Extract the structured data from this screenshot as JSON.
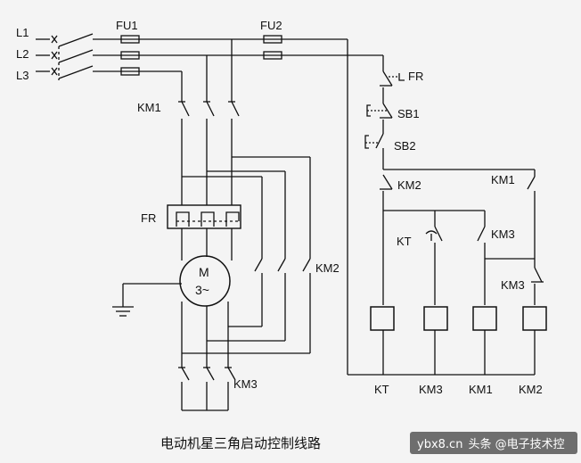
{
  "diagram": {
    "title": "电动机星三角启动控制线路",
    "phases": [
      "L1",
      "L2",
      "L3"
    ],
    "fuses": {
      "fu1": "FU1",
      "fu2": "FU2"
    },
    "power_circuit": {
      "main_contactor": "KM1",
      "overload_relay": "FR",
      "motor_name": "M",
      "motor_type": "3~",
      "delta_contactor": "KM2",
      "star_contactor": "KM3"
    },
    "control_circuit": {
      "overload_contact": "FR",
      "stop_button": "SB1",
      "start_button": "SB2",
      "interlock_km2": "KM2",
      "holding_km1": "KM1",
      "timer_contact": "KT",
      "km3_contact_upper": "KM3",
      "km3_contact_lower": "KM3",
      "coils": [
        "KT",
        "KM3",
        "KM1",
        "KM2"
      ]
    }
  },
  "watermark": {
    "site": "ybx8.cn",
    "source": "头条 @电子技术控"
  }
}
